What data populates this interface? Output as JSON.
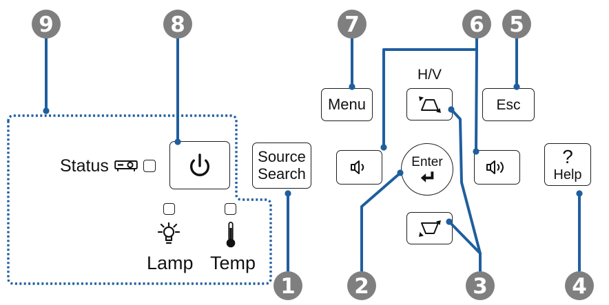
{
  "colors": {
    "background": "#ffffff",
    "callout_fill": "#7f7f7f",
    "callout_text": "#ffffff",
    "leader_line": "#1f5e9e",
    "button_border": "#1c1c1c",
    "text": "#111111"
  },
  "callouts": {
    "c1": "1",
    "c2": "2",
    "c3": "3",
    "c4": "4",
    "c5": "5",
    "c6": "6",
    "c7": "7",
    "c8": "8",
    "c9": "9"
  },
  "indicators": {
    "status": {
      "label": "Status",
      "icon": "projector-icon"
    },
    "lamp": {
      "label": "Lamp",
      "icon": "lamp-icon"
    },
    "temp": {
      "label": "Temp",
      "icon": "thermometer-icon"
    }
  },
  "buttons": {
    "power": {
      "icon": "power-icon"
    },
    "source_search": {
      "line1": "Source",
      "line2": "Search"
    },
    "menu": {
      "label": "Menu"
    },
    "keystone_up": {
      "caption": "H/V",
      "icon": "keystone-up-icon"
    },
    "keystone_down": {
      "icon": "keystone-down-icon"
    },
    "volume_down": {
      "icon": "volume-down-icon"
    },
    "volume_up": {
      "icon": "volume-up-icon"
    },
    "enter": {
      "label": "Enter",
      "icon": "enter-arrow-icon"
    },
    "esc": {
      "label": "Esc"
    },
    "help": {
      "symbol": "?",
      "label": "Help"
    }
  }
}
